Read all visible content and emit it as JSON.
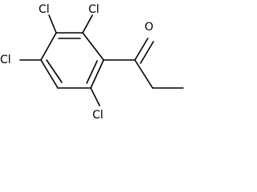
{
  "molecule": {
    "atoms": {
      "cl_top_left": "Cl",
      "cl_top_right": "Cl",
      "cl_left": "Cl",
      "cl_bottom": "Cl",
      "oxygen": "O"
    }
  }
}
